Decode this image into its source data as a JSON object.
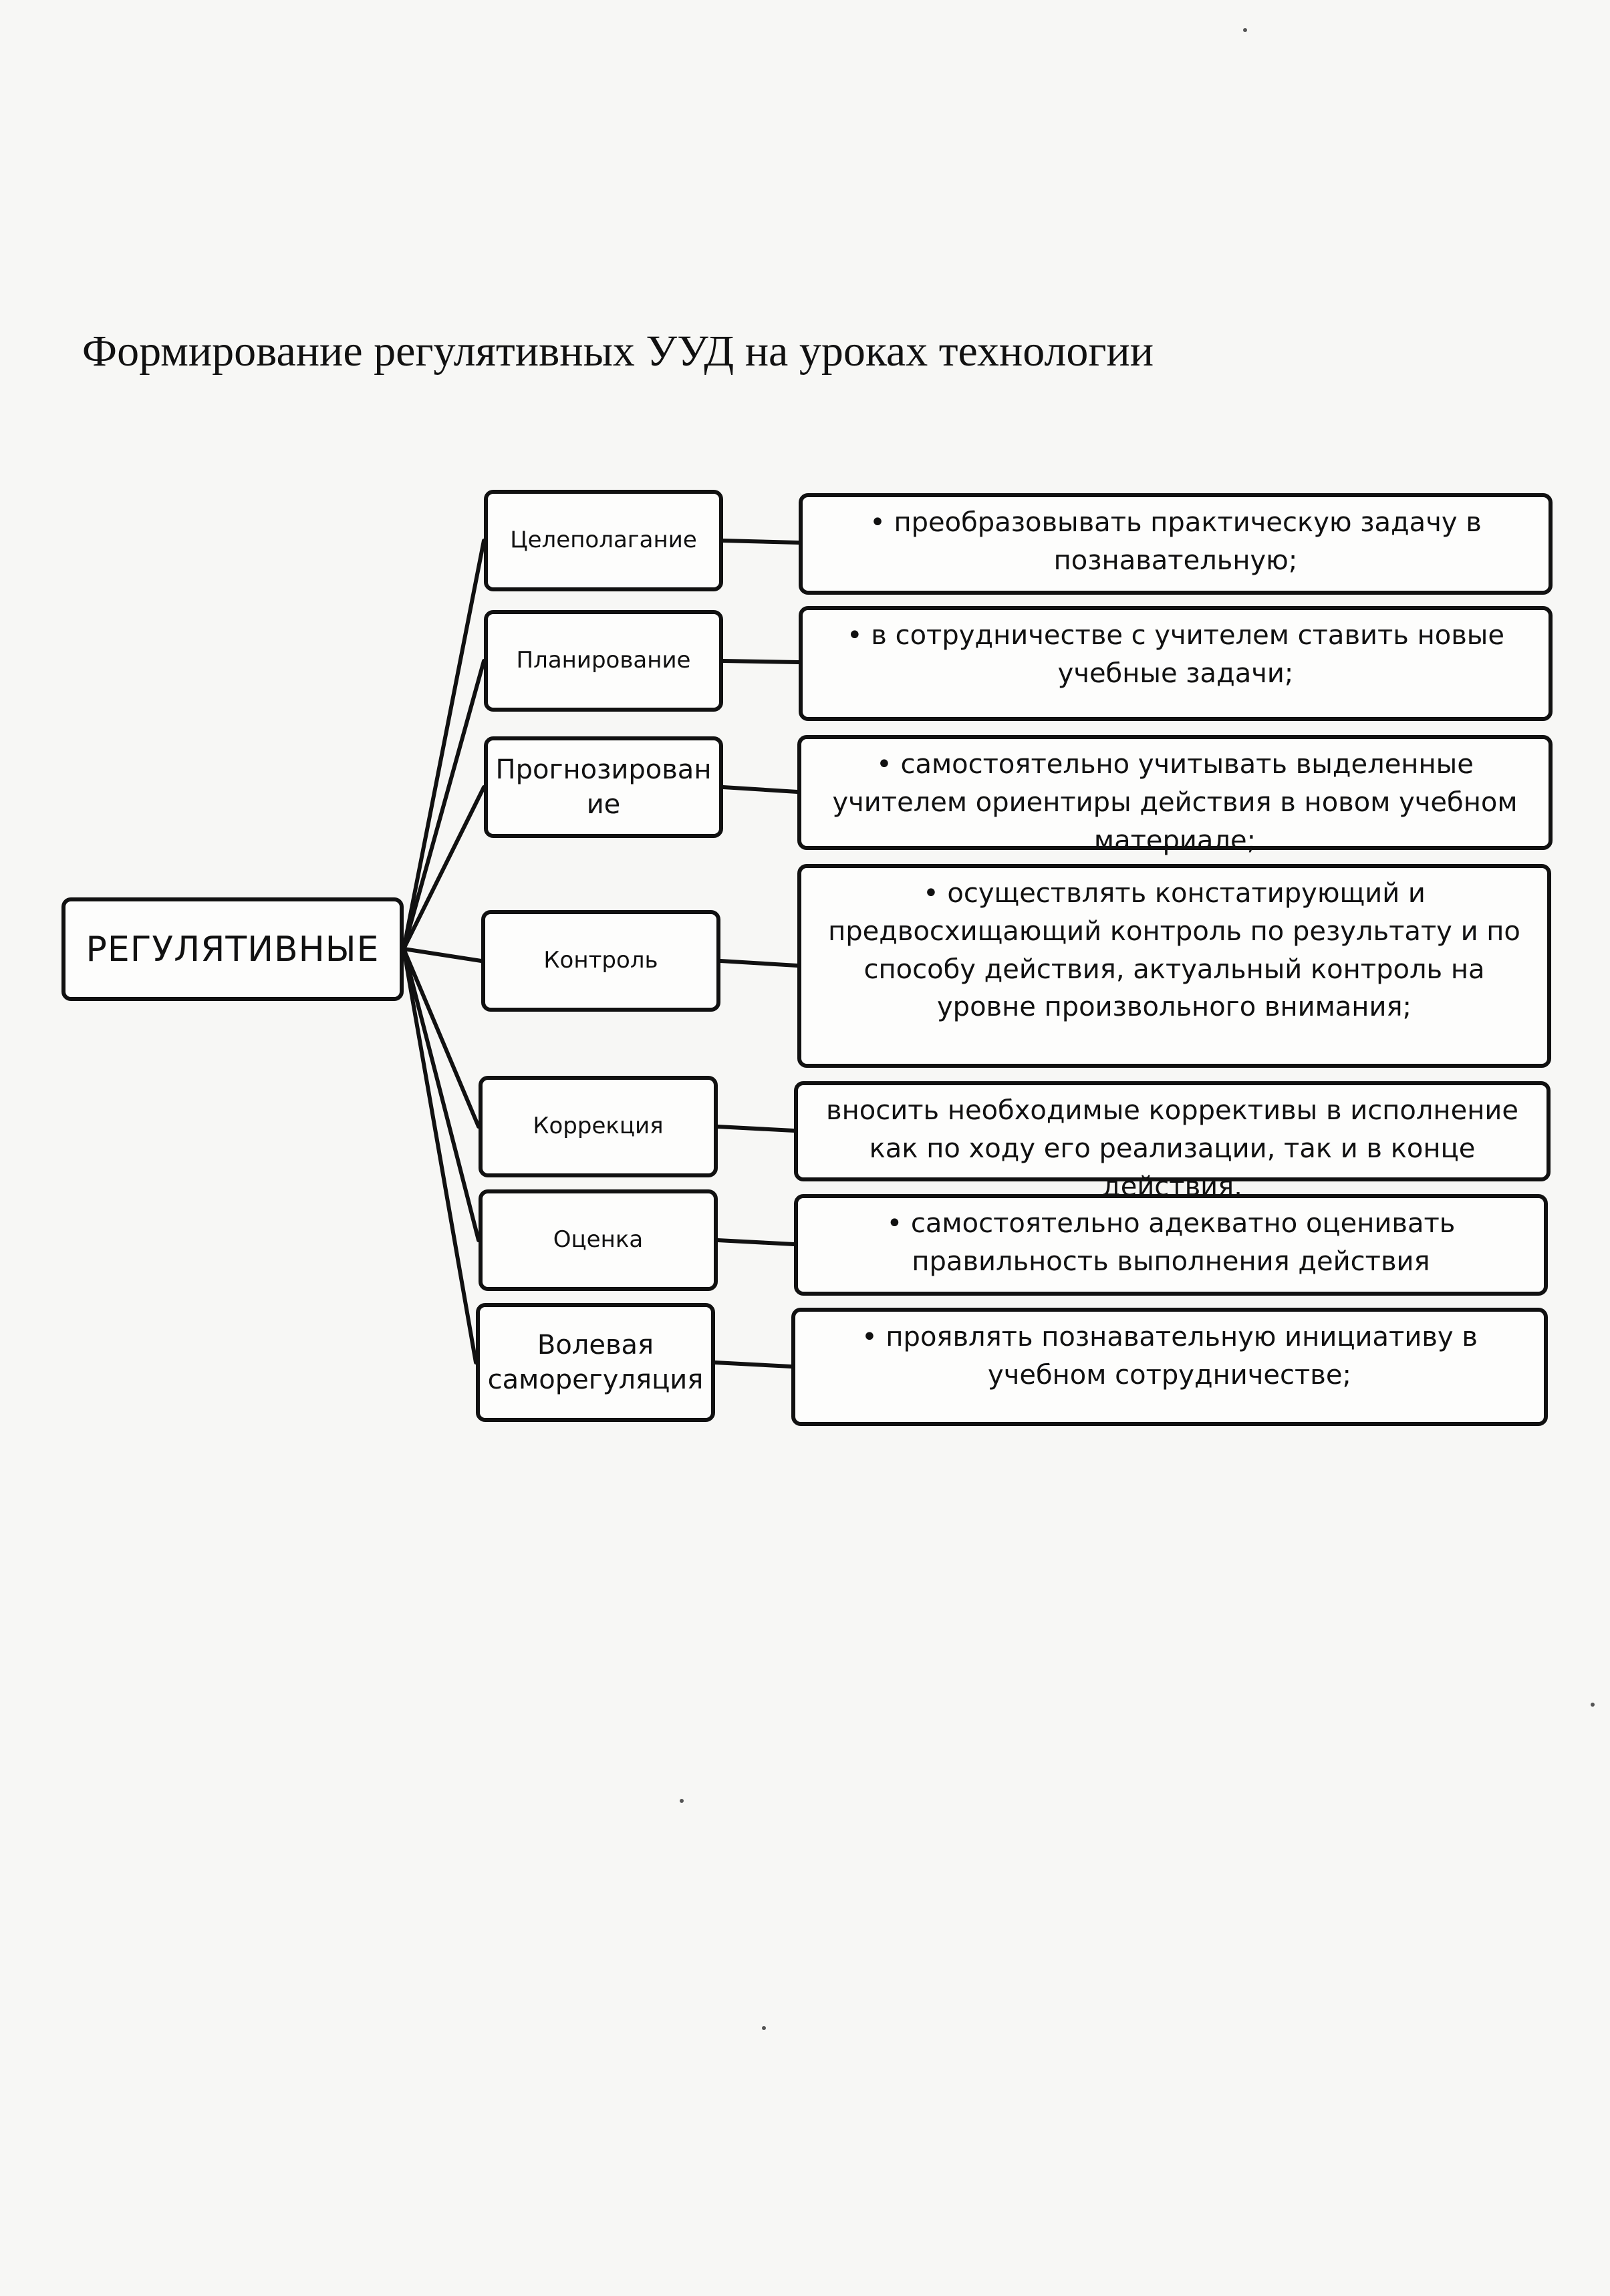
{
  "title": "Формирование регулятивных УУД на уроках технологии",
  "root": {
    "label": "РЕГУЛЯТИВНЫЕ"
  },
  "items": [
    {
      "label": "Целеполагание",
      "desc": "• преобразовывать практическую задачу в познавательную;"
    },
    {
      "label": "Планирование",
      "desc": "• в сотрудничестве с учителем ставить новые учебные задачи;"
    },
    {
      "label": "Прогнозирование",
      "desc": "• самостоятельно учитывать выделенные учителем ориентиры действия в новом учебном материале;"
    },
    {
      "label": "Контроль",
      "desc": "• осуществлять констатирующий и предвосхищающий контроль по результату и по способу действия, актуальный контроль на уровне произвольного внимания;"
    },
    {
      "label": "Коррекция",
      "desc": "вносить необходимые коррективы в исполнение как по ходу его реализации, так и в конце действия."
    },
    {
      "label": "Оценка",
      "desc": "• самостоятельно адекватно оценивать правильность выполнения действия"
    },
    {
      "label": "Волевая саморегуляция",
      "desc": "• проявлять познавательную инициативу в учебном сотрудничестве;"
    }
  ]
}
